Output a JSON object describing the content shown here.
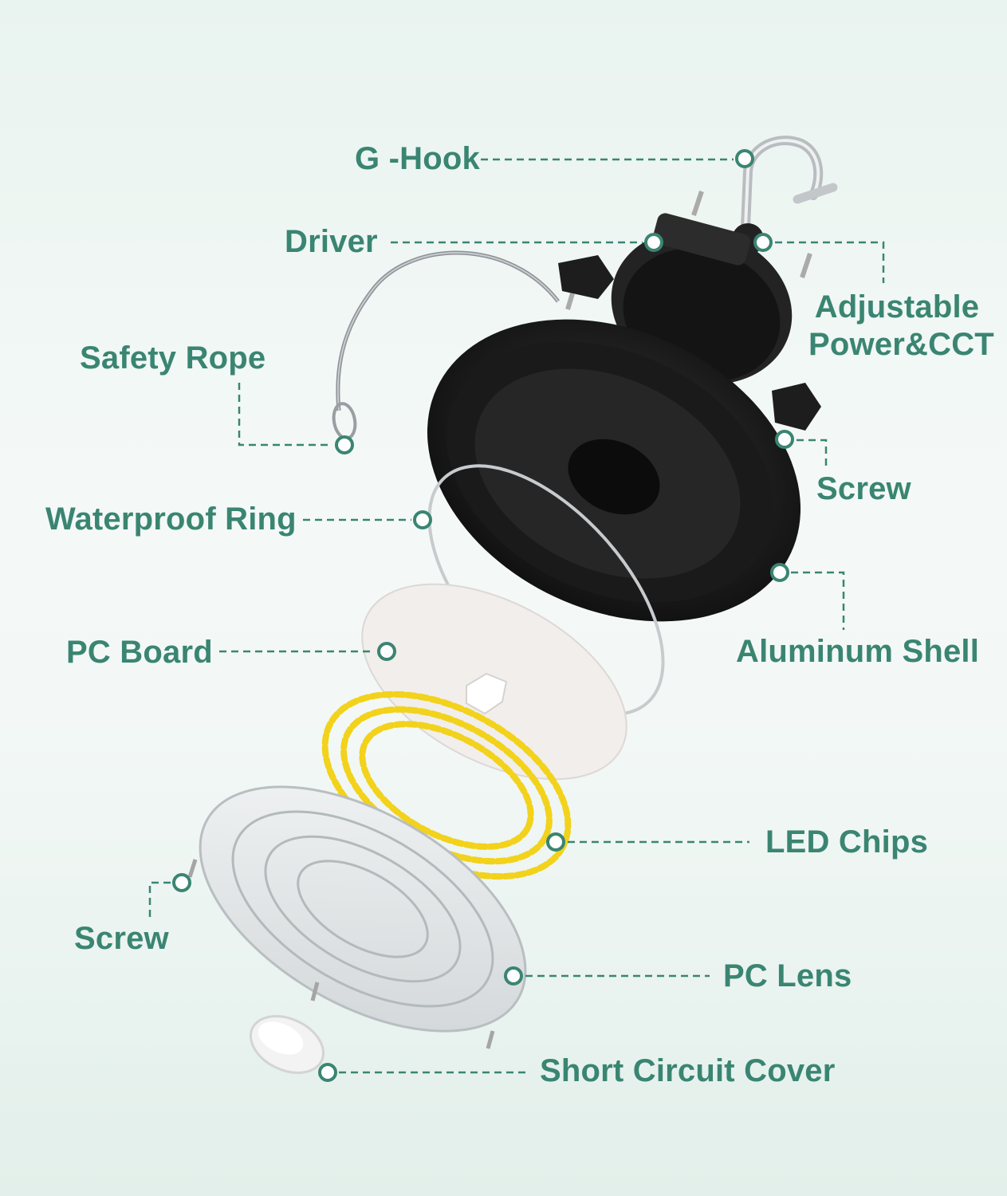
{
  "colors": {
    "accent": "#3a8572",
    "housing": "#1b1b1b",
    "led": "#f2d21b",
    "board": "#f1eeec",
    "lens": "#e3e6e7"
  },
  "labels": {
    "g_hook": "G -Hook",
    "driver": "Driver",
    "adjustable_line1": "Adjustable",
    "adjustable_line2": "Power&CCT",
    "safety_rope": "Safety Rope",
    "screw_right": "Screw",
    "waterproof_ring": "Waterproof Ring",
    "aluminum_shell": "Aluminum Shell",
    "pc_board": "PC Board",
    "led_chips": "LED Chips",
    "screw_left": "Screw",
    "pc_lens": "PC Lens",
    "short_circuit_cover": "Short Circuit Cover"
  }
}
